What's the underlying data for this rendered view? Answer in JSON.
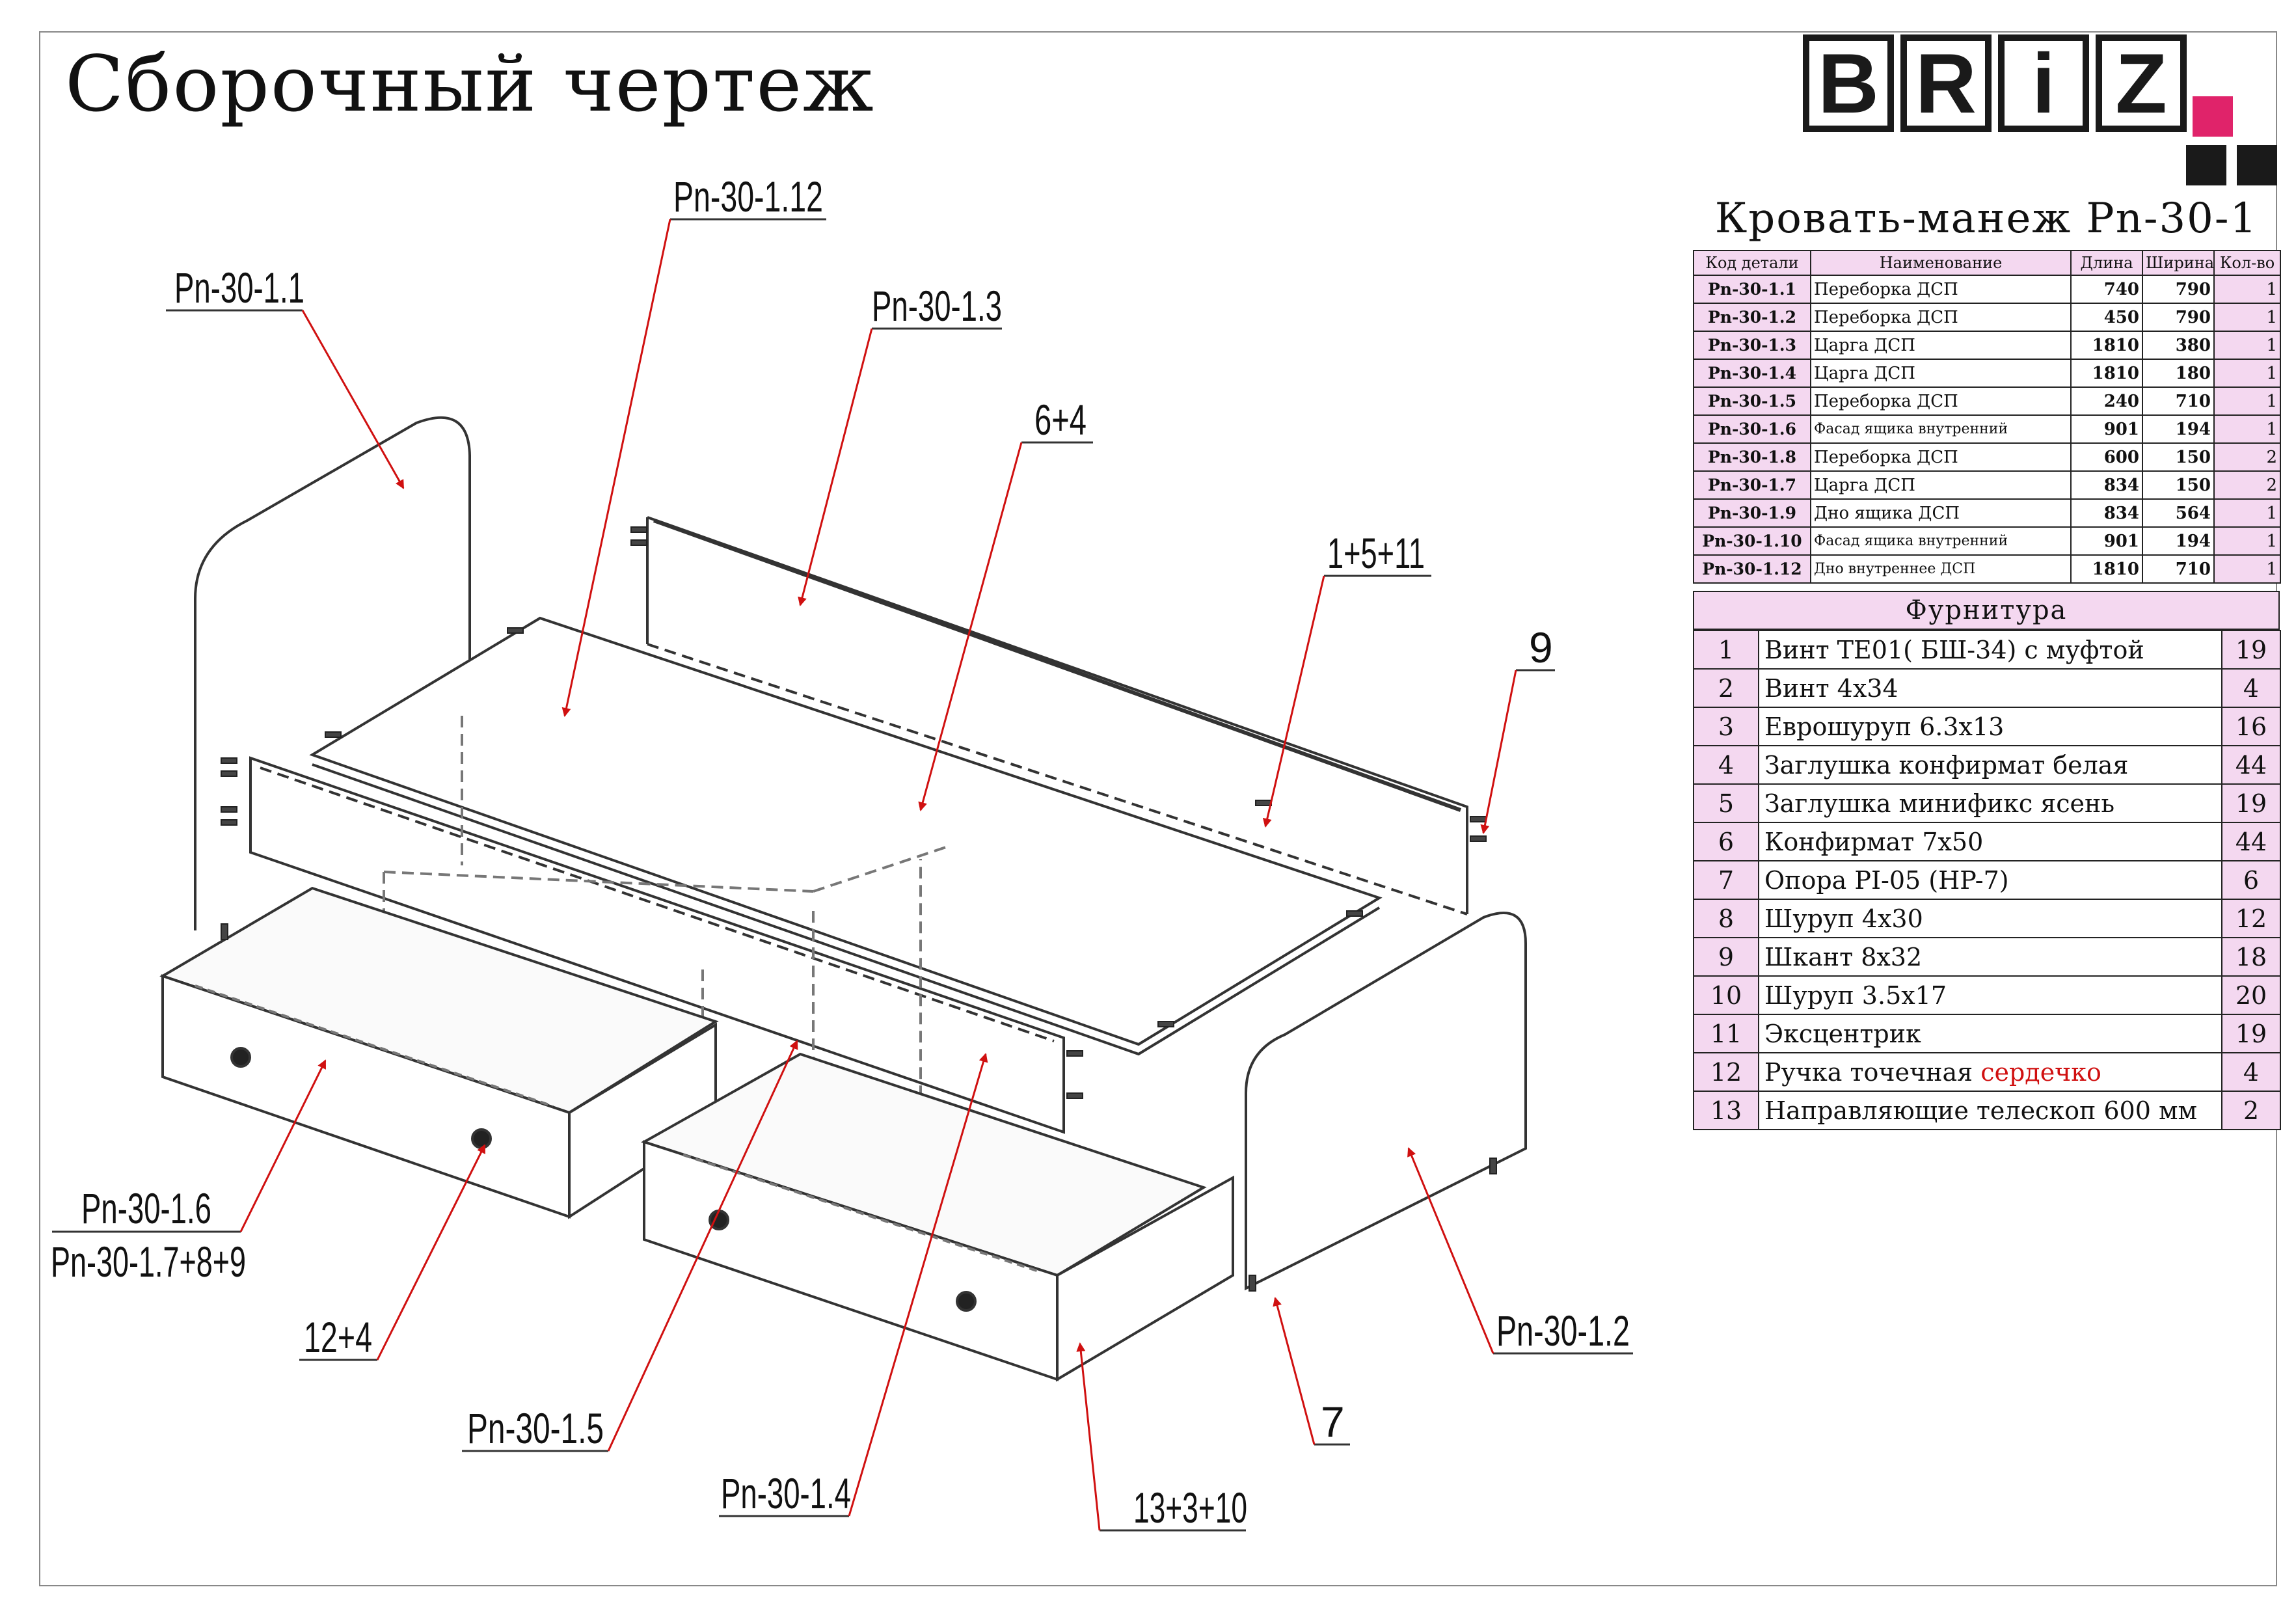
{
  "page": {
    "title": "Сборочный чертеж"
  },
  "logo": {
    "letters": [
      "B",
      "R",
      "i",
      "Z"
    ],
    "accent_color": "#e0236a",
    "square_color": "#1a1a1a"
  },
  "product": {
    "title": "Кровать-манеж Pn-30-1"
  },
  "parts_table": {
    "headers": [
      "Код детали",
      "Наименование",
      "Длина",
      "Ширина",
      "Кол-во"
    ],
    "rows": [
      {
        "code": "Pn-30-1.1",
        "name": "Переборка ДСП",
        "length": "740",
        "width": "790",
        "qty": "1"
      },
      {
        "code": "Pn-30-1.2",
        "name": "Переборка ДСП",
        "length": "450",
        "width": "790",
        "qty": "1"
      },
      {
        "code": "Pn-30-1.3",
        "name": "Царга ДСП",
        "length": "1810",
        "width": "380",
        "qty": "1"
      },
      {
        "code": "Pn-30-1.4",
        "name": "Царга ДСП",
        "length": "1810",
        "width": "180",
        "qty": "1"
      },
      {
        "code": "Pn-30-1.5",
        "name": "Переборка ДСП",
        "length": "240",
        "width": "710",
        "qty": "1"
      },
      {
        "code": "Pn-30-1.6",
        "name": "Фасад ящика внутренний",
        "length": "901",
        "width": "194",
        "qty": "1"
      },
      {
        "code": "Pn-30-1.8",
        "name": "Переборка ДСП",
        "length": "600",
        "width": "150",
        "qty": "2"
      },
      {
        "code": "Pn-30-1.7",
        "name": "Царга ДСП",
        "length": "834",
        "width": "150",
        "qty": "2"
      },
      {
        "code": "Pn-30-1.9",
        "name": "Дно ящика ДСП",
        "length": "834",
        "width": "564",
        "qty": "1"
      },
      {
        "code": "Pn-30-1.10",
        "name": "Фасад ящика внутренний",
        "length": "901",
        "width": "194",
        "qty": "1"
      },
      {
        "code": "Pn-30-1.12",
        "name": "Дно внутреннее ДСП",
        "length": "1810",
        "width": "710",
        "qty": "1"
      }
    ]
  },
  "hardware": {
    "title": "Фурнитура",
    "rows": [
      {
        "n": "1",
        "name": "Винт ТЕ01( БШ-34) с муфтой",
        "qty": "19"
      },
      {
        "n": "2",
        "name": "Винт 4х34",
        "qty": "4"
      },
      {
        "n": "3",
        "name": "Еврошуруп 6.3х13",
        "qty": "16"
      },
      {
        "n": "4",
        "name": "Заглушка конфирмат белая",
        "qty": "44"
      },
      {
        "n": "5",
        "name": "Заглушка минификс ясень",
        "qty": "19"
      },
      {
        "n": "6",
        "name": "Конфирмат 7х50",
        "qty": "44"
      },
      {
        "n": "7",
        "name": "Опора PI-05 (HP-7)",
        "qty": "6"
      },
      {
        "n": "8",
        "name": "Шуруп 4х30",
        "qty": "12"
      },
      {
        "n": "9",
        "name": "Шкант 8х32",
        "qty": "18"
      },
      {
        "n": "10",
        "name": "Шуруп 3.5х17",
        "qty": "20"
      },
      {
        "n": "11",
        "name": "Эксцентрик",
        "qty": "19"
      },
      {
        "n": "12",
        "name": "Ручка точечная ",
        "name_highlight": "сердечко",
        "qty": "4"
      },
      {
        "n": "13",
        "name": "Направляющие телескоп 600 мм",
        "qty": "2"
      }
    ]
  },
  "callouts": {
    "c_1_12": "Pn-30-1.12",
    "c_1_1": "Pn-30-1.1",
    "c_1_3": "Pn-30-1.3",
    "c_6_4": "6+4",
    "c_1_5_11": "1+5+11",
    "c_9": "9",
    "c_1_6": "Pn-30-1.6",
    "c_1_7_8_9": "Pn-30-1.7+8+9",
    "c_12_4": "12+4",
    "c_1_5": "Pn-30-1.5",
    "c_1_4": "Pn-30-1.4",
    "c_13_3_10": "13+3+10",
    "c_7": "7",
    "c_1_2": "Pn-30-1.2"
  },
  "colors": {
    "leader": "#d01010",
    "table_fill": "#f4d8f0"
  }
}
